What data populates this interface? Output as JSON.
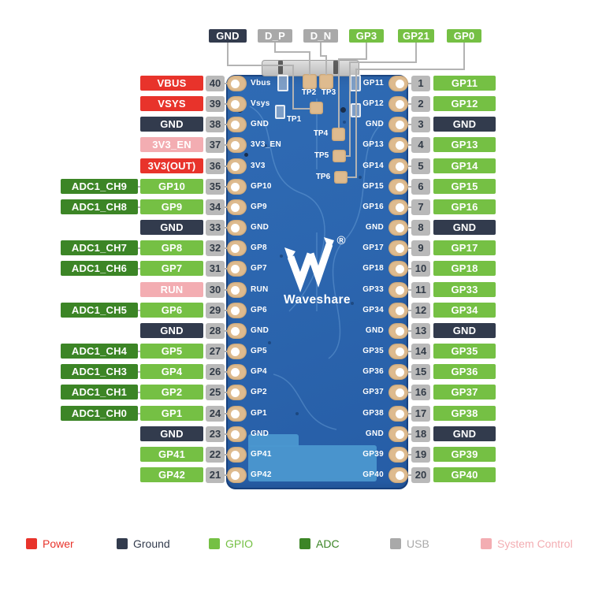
{
  "board": {
    "brand": "Waveshare",
    "reg_mark": "®",
    "test_points": [
      "TP1",
      "TP2",
      "TP3",
      "TP4",
      "TP5",
      "TP6"
    ]
  },
  "top_pins": [
    {
      "label": "GND",
      "type": "ground"
    },
    {
      "label": "D_P",
      "type": "usb"
    },
    {
      "label": "D_N",
      "type": "usb"
    },
    {
      "label": "GP3",
      "type": "gpio"
    },
    {
      "label": "GP21",
      "type": "gpio"
    },
    {
      "label": "GP0",
      "type": "gpio"
    }
  ],
  "left_rows": [
    {
      "num": "40",
      "label": "VBUS",
      "type": "power",
      "silk": "Vbus"
    },
    {
      "num": "39",
      "label": "VSYS",
      "type": "power",
      "silk": "Vsys"
    },
    {
      "num": "38",
      "label": "GND",
      "type": "ground",
      "silk": "GND"
    },
    {
      "num": "37",
      "label": "3V3_EN",
      "type": "sysctl",
      "silk": "3V3_EN"
    },
    {
      "num": "36",
      "label": "3V3(OUT)",
      "type": "power",
      "silk": "3V3"
    },
    {
      "num": "35",
      "label": "GP10",
      "type": "gpio",
      "adc": "ADC1_CH9",
      "silk": "GP10"
    },
    {
      "num": "34",
      "label": "GP9",
      "type": "gpio",
      "adc": "ADC1_CH8",
      "silk": "GP9"
    },
    {
      "num": "33",
      "label": "GND",
      "type": "ground",
      "silk": "GND"
    },
    {
      "num": "32",
      "label": "GP8",
      "type": "gpio",
      "adc": "ADC1_CH7",
      "silk": "GP8"
    },
    {
      "num": "31",
      "label": "GP7",
      "type": "gpio",
      "adc": "ADC1_CH6",
      "silk": "GP7"
    },
    {
      "num": "30",
      "label": "RUN",
      "type": "sysctl",
      "silk": "RUN"
    },
    {
      "num": "29",
      "label": "GP6",
      "type": "gpio",
      "adc": "ADC1_CH5",
      "silk": "GP6"
    },
    {
      "num": "28",
      "label": "GND",
      "type": "ground",
      "silk": "GND"
    },
    {
      "num": "27",
      "label": "GP5",
      "type": "gpio",
      "adc": "ADC1_CH4",
      "silk": "GP5"
    },
    {
      "num": "26",
      "label": "GP4",
      "type": "gpio",
      "adc": "ADC1_CH3",
      "silk": "GP4"
    },
    {
      "num": "25",
      "label": "GP2",
      "type": "gpio",
      "adc": "ADC1_CH1",
      "silk": "GP2"
    },
    {
      "num": "24",
      "label": "GP1",
      "type": "gpio",
      "adc": "ADC1_CH0",
      "silk": "GP1"
    },
    {
      "num": "23",
      "label": "GND",
      "type": "ground",
      "silk": "GND"
    },
    {
      "num": "22",
      "label": "GP41",
      "type": "gpio",
      "silk": "GP41"
    },
    {
      "num": "21",
      "label": "GP42",
      "type": "gpio",
      "silk": "GP42"
    }
  ],
  "right_rows": [
    {
      "num": "1",
      "label": "GP11",
      "type": "gpio",
      "silk": "GP11"
    },
    {
      "num": "2",
      "label": "GP12",
      "type": "gpio",
      "silk": "GP12"
    },
    {
      "num": "3",
      "label": "GND",
      "type": "ground",
      "silk": "GND"
    },
    {
      "num": "4",
      "label": "GP13",
      "type": "gpio",
      "silk": "GP13"
    },
    {
      "num": "5",
      "label": "GP14",
      "type": "gpio",
      "silk": "GP14"
    },
    {
      "num": "6",
      "label": "GP15",
      "type": "gpio",
      "silk": "GP15"
    },
    {
      "num": "7",
      "label": "GP16",
      "type": "gpio",
      "silk": "GP16"
    },
    {
      "num": "8",
      "label": "GND",
      "type": "ground",
      "silk": "GND"
    },
    {
      "num": "9",
      "label": "GP17",
      "type": "gpio",
      "silk": "GP17"
    },
    {
      "num": "10",
      "label": "GP18",
      "type": "gpio",
      "silk": "GP18"
    },
    {
      "num": "11",
      "label": "GP33",
      "type": "gpio",
      "silk": "GP33"
    },
    {
      "num": "12",
      "label": "GP34",
      "type": "gpio",
      "silk": "GP34"
    },
    {
      "num": "13",
      "label": "GND",
      "type": "ground",
      "silk": "GND"
    },
    {
      "num": "14",
      "label": "GP35",
      "type": "gpio",
      "silk": "GP35"
    },
    {
      "num": "15",
      "label": "GP36",
      "type": "gpio",
      "silk": "GP36"
    },
    {
      "num": "16",
      "label": "GP37",
      "type": "gpio",
      "silk": "GP37"
    },
    {
      "num": "17",
      "label": "GP38",
      "type": "gpio",
      "silk": "GP38"
    },
    {
      "num": "18",
      "label": "GND",
      "type": "ground",
      "silk": "GND"
    },
    {
      "num": "19",
      "label": "GP39",
      "type": "gpio",
      "silk": "GP39"
    },
    {
      "num": "20",
      "label": "GP40",
      "type": "gpio",
      "silk": "GP40"
    }
  ],
  "legend": [
    {
      "label": "Power",
      "type": "power"
    },
    {
      "label": "Ground",
      "type": "ground"
    },
    {
      "label": "GPIO",
      "type": "gpio"
    },
    {
      "label": "ADC",
      "type": "adc"
    },
    {
      "label": "USB",
      "type": "usb"
    },
    {
      "label": "System Control",
      "type": "sysctl"
    }
  ],
  "colors": {
    "power": "#e8332b",
    "ground": "#323b4d",
    "gpio": "#75c044",
    "adc": "#3c8526",
    "usb": "#a9a9a9",
    "sysctl": "#f3adb2",
    "num_bg": "#b9b9b9",
    "num_text": "#323b47",
    "wire": "#b3b3b3",
    "pad_gold": "#debb8f",
    "pad_hole": "#ffffff",
    "board_light": "#4b97cf"
  }
}
